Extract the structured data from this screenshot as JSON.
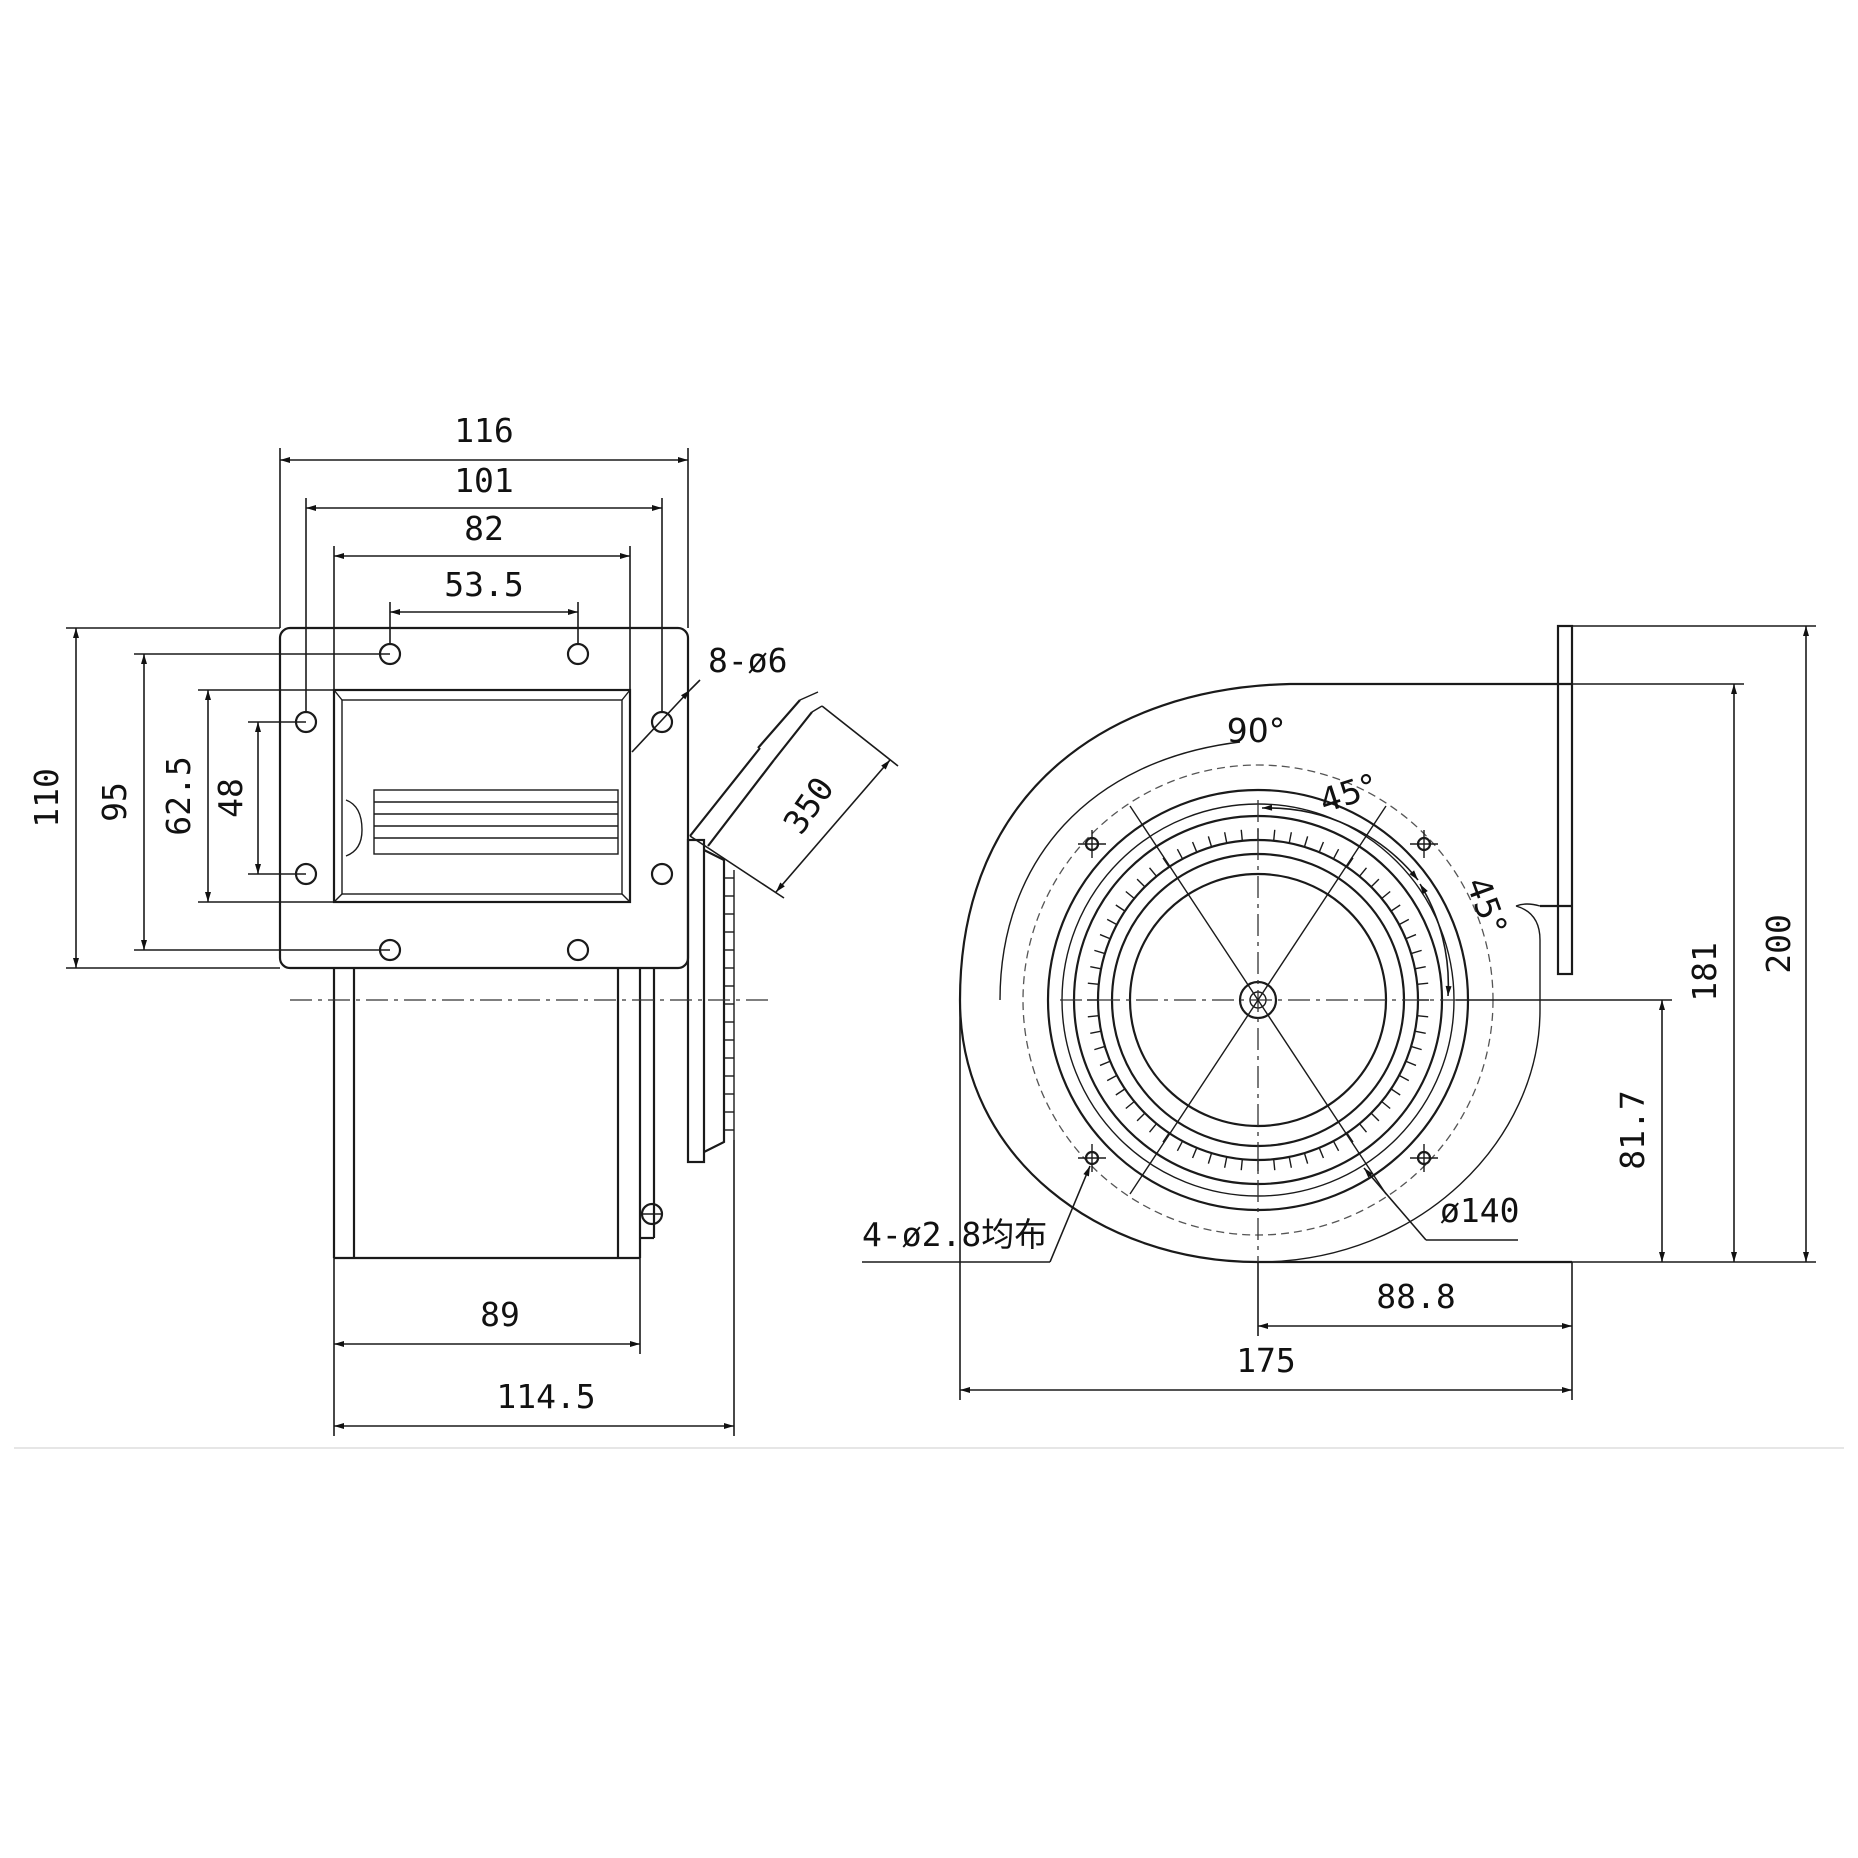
{
  "side_view": {
    "dims": {
      "w116": "116",
      "w101": "101",
      "w82": "82",
      "w53": "53.5",
      "h110": "110",
      "h95": "95",
      "h62": "62.5",
      "h48": "48",
      "holes": "8-ø6",
      "cable": "350",
      "d89": "89",
      "d114": "114.5"
    }
  },
  "front_view": {
    "dims": {
      "angle90": "90°",
      "angle45a": "45°",
      "angle45b": "45°",
      "holes": "4-ø2.8均布",
      "dia140": "ø140",
      "h181": "181",
      "h200": "200",
      "h81": "81.7",
      "w88": "88.8",
      "w175": "175"
    }
  }
}
